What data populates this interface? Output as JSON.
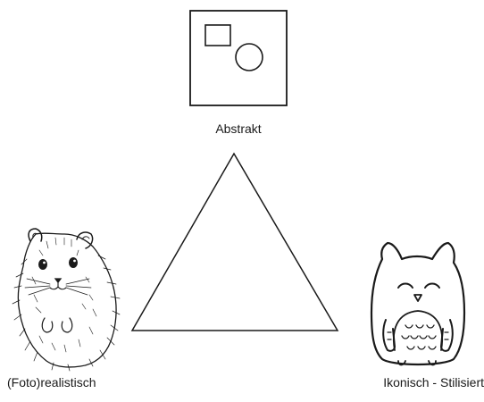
{
  "diagram": {
    "vertices": {
      "top": {
        "label": "Abstrakt",
        "icon": "abstract-shapes-icon"
      },
      "left": {
        "label": "(Foto)realistisch",
        "icon": "hamster-sketch-icon"
      },
      "right": {
        "label": "Ikonisch - Stilisiert",
        "icon": "cartoon-owl-icon"
      }
    },
    "center_shape": "triangle",
    "colors": {
      "stroke": "#1a1a1a",
      "background": "#ffffff"
    }
  }
}
